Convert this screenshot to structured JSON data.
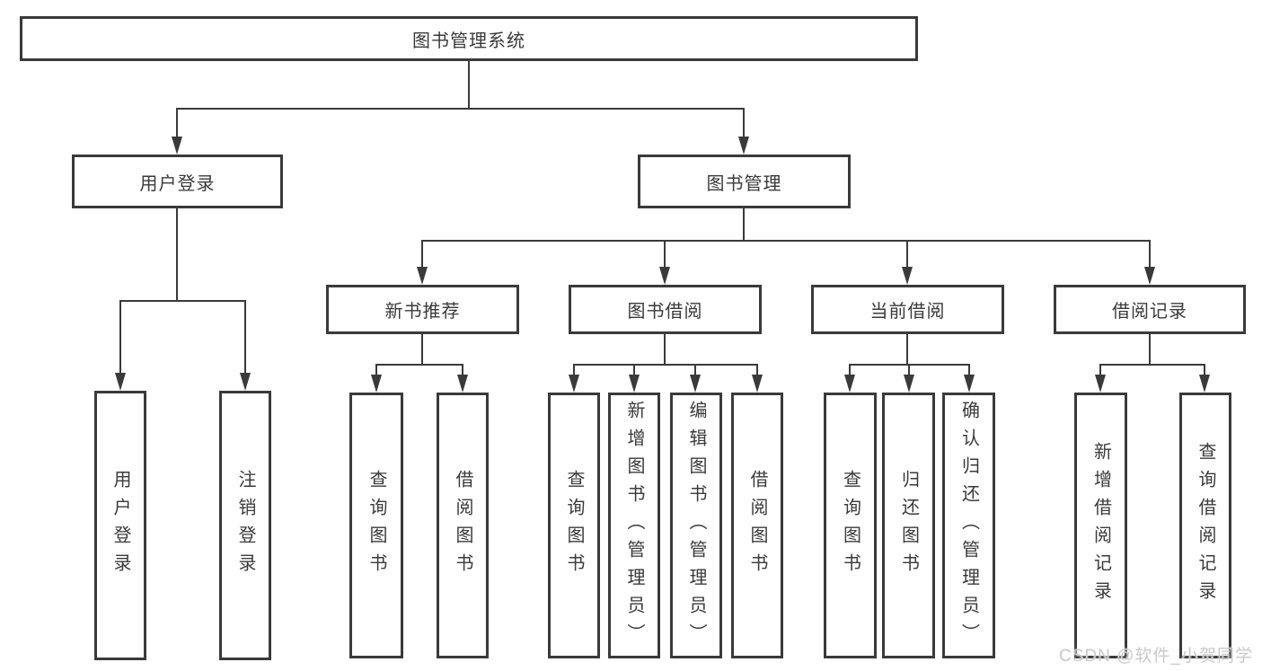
{
  "diagram": {
    "title": "图书管理系统",
    "level2": {
      "user_login": "用户登录",
      "book_management": "图书管理"
    },
    "level3": {
      "new_book_recommend": "新书推荐",
      "book_borrow": "图书借阅",
      "current_borrow": "当前借阅",
      "borrow_records": "借阅记录"
    },
    "leaves": {
      "user_login": "用户登录",
      "logout": "注销登录",
      "recommend_query_book": "查询图书",
      "recommend_borrow_book": "借阅图书",
      "borrow_query_book": "查询图书",
      "borrow_add_book": "新增图书（管理员）",
      "borrow_edit_book": "编辑图书（管理员）",
      "borrow_borrow_book": "借阅图书",
      "current_query_book": "查询图书",
      "current_return_book": "归还图书",
      "current_confirm_return": "确认归还（管理员）",
      "records_add_record": "新增借阅记录",
      "records_query_record": "查询借阅记录"
    }
  },
  "watermark": "CSDN @软件_小贺同学",
  "colors": {
    "line": "#3a3a3a",
    "background": "#ffffff",
    "watermark": "#c9c9c9"
  }
}
